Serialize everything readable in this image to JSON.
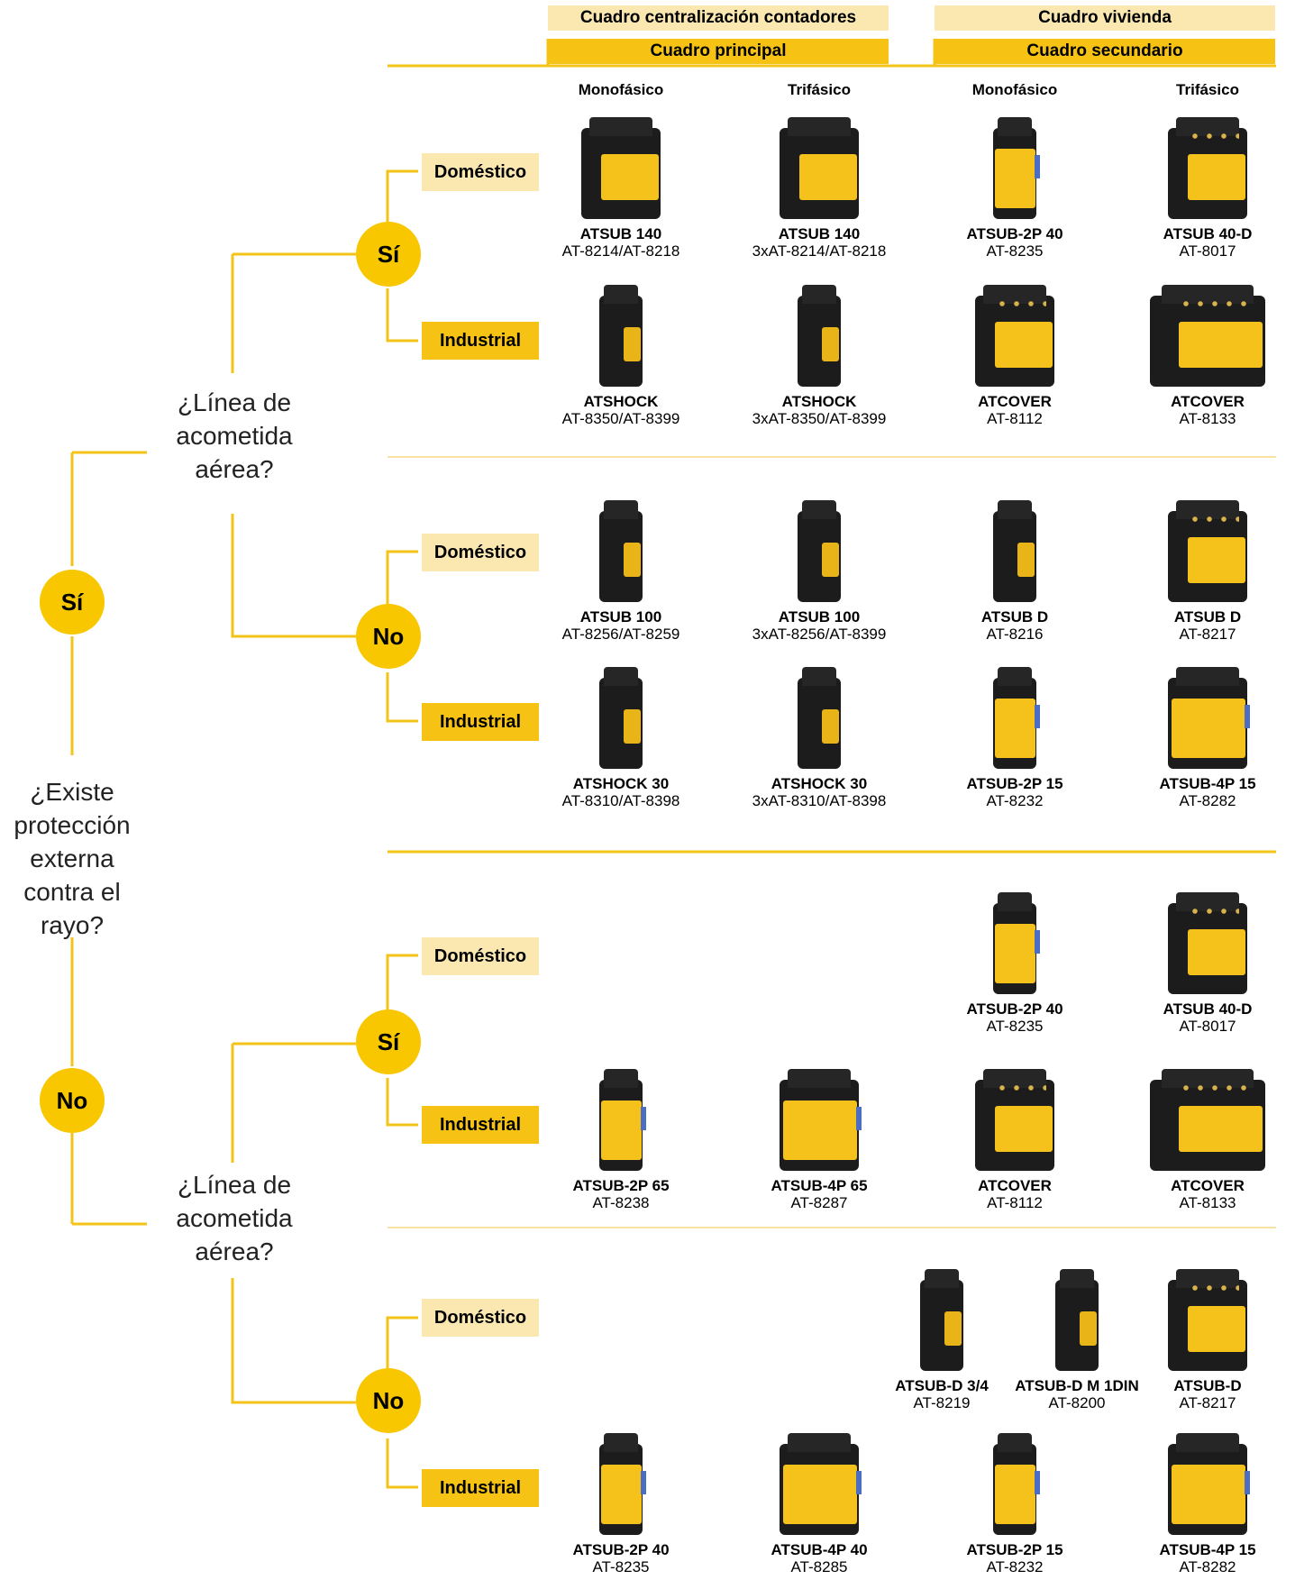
{
  "header": {
    "top_left": "Cuadro centralización contadores",
    "top_right": "Cuadro vivienda",
    "sub_left": "Cuadro principal",
    "sub_right": "Cuadro secundario"
  },
  "columns": [
    "Monofásico",
    "Trifásico",
    "Monofásico",
    "Trifásico"
  ],
  "root_question": "¿Existe protección externa contra el rayo?",
  "branch_question": "¿Línea de acometida aérea?",
  "answers": {
    "yes": "Sí",
    "no": "No"
  },
  "usage": {
    "domestic": "Doméstico",
    "industrial": "Industrial"
  },
  "colors": {
    "accent": "#f6c314",
    "accent_light": "#fbe8b1",
    "circle": "#f8c700",
    "line": "#f3c417"
  },
  "products": {
    "yes_yes_dom": [
      {
        "name": "ATSUB 140",
        "code": "AT-8214/AT-8218"
      },
      {
        "name": "ATSUB 140",
        "code": "3xAT-8214/AT-8218"
      },
      {
        "name": "ATSUB-2P 40",
        "code": "AT-8235"
      },
      {
        "name": "ATSUB 40-D",
        "code": "AT-8017"
      }
    ],
    "yes_yes_ind": [
      {
        "name": "ATSHOCK",
        "code": "AT-8350/AT-8399"
      },
      {
        "name": "ATSHOCK",
        "code": "3xAT-8350/AT-8399"
      },
      {
        "name": "ATCOVER",
        "code": "AT-8112"
      },
      {
        "name": "ATCOVER",
        "code": "AT-8133"
      }
    ],
    "yes_no_dom": [
      {
        "name": "ATSUB 100",
        "code": "AT-8256/AT-8259"
      },
      {
        "name": "ATSUB 100",
        "code": "3xAT-8256/AT-8399"
      },
      {
        "name": "ATSUB D",
        "code": "AT-8216"
      },
      {
        "name": "ATSUB D",
        "code": "AT-8217"
      }
    ],
    "yes_no_ind": [
      {
        "name": "ATSHOCK 30",
        "code": "AT-8310/AT-8398"
      },
      {
        "name": "ATSHOCK 30",
        "code": "3xAT-8310/AT-8398"
      },
      {
        "name": "ATSUB-2P 15",
        "code": "AT-8232"
      },
      {
        "name": "ATSUB-4P 15",
        "code": "AT-8282"
      }
    ],
    "no_yes_dom": [
      {
        "name": "ATSUB-2P 40",
        "code": "AT-8235"
      },
      {
        "name": "ATSUB 40-D",
        "code": "AT-8017"
      }
    ],
    "no_yes_ind": [
      {
        "name": "ATSUB-2P 65",
        "code": "AT-8238"
      },
      {
        "name": "ATSUB-4P 65",
        "code": "AT-8287"
      },
      {
        "name": "ATCOVER",
        "code": "AT-8112"
      },
      {
        "name": "ATCOVER",
        "code": "AT-8133"
      }
    ],
    "no_no_dom": [
      {
        "name": "ATSUB-D 3/4",
        "code": "AT-8219"
      },
      {
        "name": "ATSUB-D M 1DIN",
        "code": "AT-8200"
      },
      {
        "name": "ATSUB-D",
        "code": "AT-8217"
      }
    ],
    "no_no_ind": [
      {
        "name": "ATSUB-2P 40",
        "code": "AT-8235"
      },
      {
        "name": "ATSUB-4P 40",
        "code": "AT-8285"
      },
      {
        "name": "ATSUB-2P 15",
        "code": "AT-8232"
      },
      {
        "name": "ATSUB-4P 15",
        "code": "AT-8282"
      }
    ]
  }
}
